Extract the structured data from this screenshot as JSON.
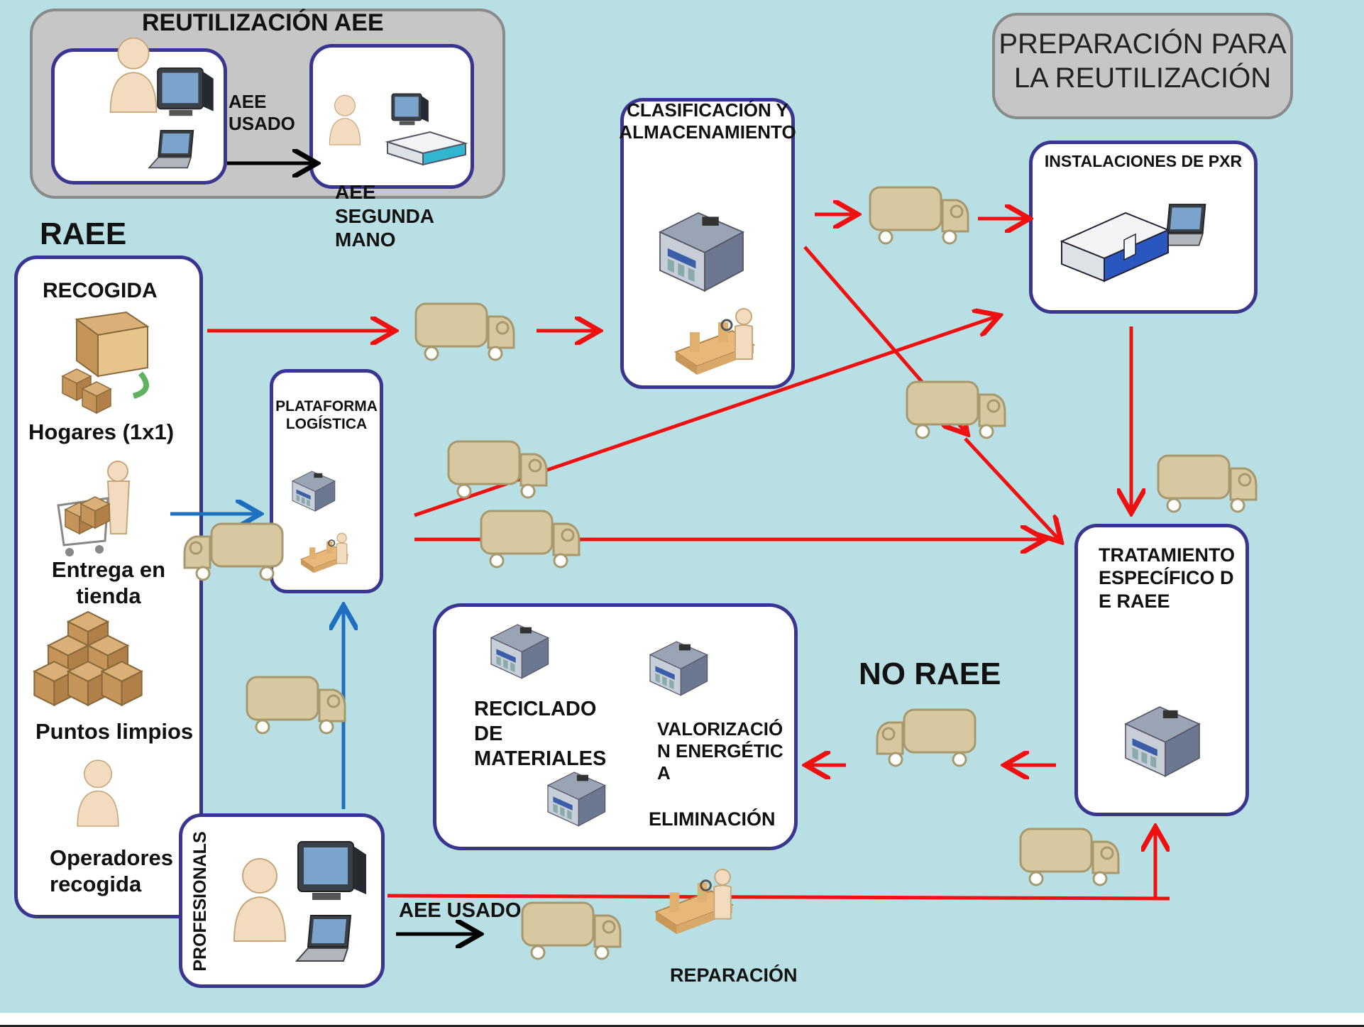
{
  "colors": {
    "background": "#b8dfe3",
    "box_border": "#3a3690",
    "red_arrow": "#ee1111",
    "blue_arrow": "#1e6fc0",
    "truck": "#d8c8a0"
  },
  "reuse": {
    "title": "REUTILIZACIÓN AEE",
    "used_label": "AEE USADO",
    "second_hand_label": "AEE SEGUNDA MANO"
  },
  "preparation": {
    "title": "PREPARACIÓN PARA LA REUTILIZACIÓN"
  },
  "raee": {
    "title": "RAEE",
    "collection_title": "RECOGIDA",
    "sources": [
      "Hogares (1x1)",
      "Entrega en tienda",
      "Puntos limpios",
      "Operadores recogida"
    ]
  },
  "platform": {
    "title": "PLATAFORMA LOGÍSTICA"
  },
  "classification": {
    "title": "CLASIFICACIÓN Y ALMACENAMIENTO"
  },
  "pxr": {
    "title": "INSTALACIONES DE PXR"
  },
  "treatment": {
    "title": "TRATAMIENTO ESPECÍFICO DE RAEE"
  },
  "no_raee": {
    "title": "NO RAEE"
  },
  "recycling": {
    "items": [
      "RECICLADO DE MATERIALES",
      "VALORIZACIÓN ENERGÉTICA",
      "ELIMINACIÓN"
    ]
  },
  "professionals": {
    "title": "PROFESIONALS",
    "used_label": "AEE USADO"
  },
  "repair": {
    "title": "REPARACIÓN"
  },
  "icons": [
    "person-icon",
    "monitor-icon",
    "laptop-icon",
    "truck-icon",
    "building-icon",
    "inspector-icon",
    "boxes-icon",
    "shopping-cart-icon",
    "delivery-truck-icon",
    "server-icon"
  ]
}
